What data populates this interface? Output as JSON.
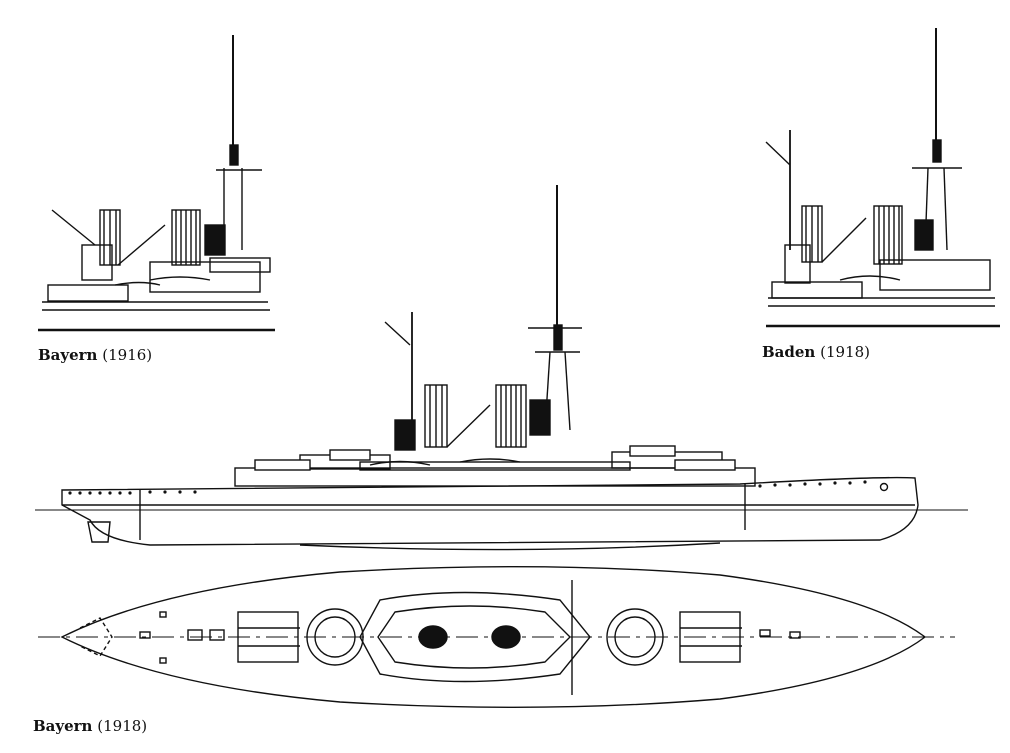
{
  "captions": {
    "top_left": {
      "ship": "Bayern",
      "year": "(1916)"
    },
    "top_right": {
      "ship": "Baden",
      "year": "(1918)"
    },
    "bottom": {
      "ship": "Bayern",
      "year": "(1918)"
    }
  },
  "colors": {
    "ink": "#111111",
    "paper": "#ffffff"
  }
}
